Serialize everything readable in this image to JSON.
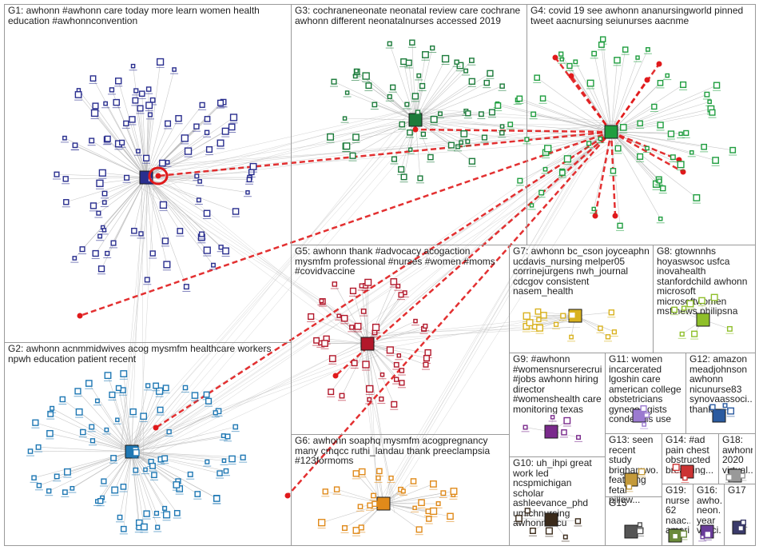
{
  "groups": [
    {
      "id": "G1",
      "title": "G1: awhonn #awhonn care today more learn women health education #awhonnconvention"
    },
    {
      "id": "G2",
      "title": "G2: awhonn acnmmidwives acog mysmfm healthcare workers npwh education patient recent"
    },
    {
      "id": "G3",
      "title": "G3: cochraneneonate neonatal review care cochrane awhonn different neonatalnurses accessed 2019"
    },
    {
      "id": "G4",
      "title": "G4: covid 19 see awhonn ananursingworld pinned tweet aacnursing seiunurses aacnme"
    },
    {
      "id": "G5",
      "title": "G5: awhonn thank #advocacy acogaction mysmfm professional #nurses #women #moms #covidvaccine"
    },
    {
      "id": "G6",
      "title": "G6: awhonn soaphq mysmfm acogpregnancy many cmqcc ruthi_landau thank preeclampsia #123formoms"
    },
    {
      "id": "G7",
      "title": "G7: awhonn bc_cson joyceaphn ucdavis_nursing melper05 corrinejurgens nwh_journal cdcgov consistent nasem_health"
    },
    {
      "id": "G8",
      "title": "G8: gtownnhs hoyaswsoc usfca inovahealth stanfordchild awhonn microsoft microsoftwomen msftnews philipsna"
    },
    {
      "id": "G9",
      "title": "G9: #awhonn #womensnurserecrui... #jobs awhonn hiring director #womenshealth care monitoring texas"
    },
    {
      "id": "G10",
      "title": "G10: uh_ihpi great work led ncspmichigan scholar ashleevance_phd umichnursing awhonn nicu"
    },
    {
      "id": "G11",
      "title": "G11: women incarcerated lgoshin care american college obstetricians gynecologists condemns use"
    },
    {
      "id": "G12",
      "title": "G12: amazon meadjohnson awhonn nicunurse83 synovaassoci... thank"
    },
    {
      "id": "G13",
      "title": "G13: seen recent study brighamwo... featuring fetal pillow..."
    },
    {
      "id": "G14",
      "title": "G14: #ad pain chest obstructed breathing..."
    },
    {
      "id": "G15",
      "title": "G15"
    },
    {
      "id": "G16",
      "title": "G16: awho... neon... year vacci..."
    },
    {
      "id": "G17",
      "title": "G17"
    },
    {
      "id": "G18",
      "title": "G18: awhonn 2020 virtual..."
    },
    {
      "id": "G19",
      "title": "G19: nurse 62 naac... ameri..."
    }
  ],
  "colors": {
    "background": "#ffffff",
    "border": "#9a9a9a",
    "edge": "#b5b5b5",
    "highlight_edge": "#e0191b",
    "node_border": "#1a1a1a",
    "G1": "#2a2f8f",
    "G2": "#1f78b4",
    "G3": "#1b7b3a",
    "G4": "#1f9e3f",
    "G5": "#b2182b",
    "G6": "#e08a1a",
    "G7": "#d9b21f",
    "G8": "#8fbf2a",
    "G9": "#7a2a8c",
    "G10": "#3a2a1a",
    "G11": "#9b7ad0",
    "G12": "#2a5aa0",
    "G13": "#c49a3a",
    "G14": "#cc3333",
    "G15": "#555555",
    "G16": "#6a3d9a",
    "G17": "#3a3a6a",
    "G18": "#999999",
    "G19": "#6a8a3a"
  }
}
